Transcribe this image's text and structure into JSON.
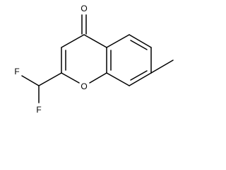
{
  "molecule": {
    "atoms": {
      "carbonyl_oxygen": "O",
      "ring_oxygen": "O",
      "fluorine_top": "F",
      "fluorine_bottom": "F"
    }
  },
  "colors": {
    "bond": "#000000",
    "label": "#000000",
    "background": "#ffffff"
  }
}
